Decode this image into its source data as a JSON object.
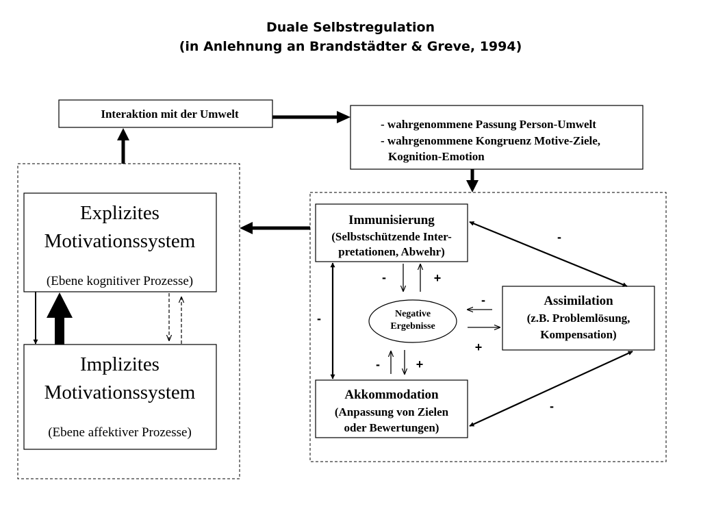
{
  "title": {
    "line1": "Duale Selbstregulation",
    "line2": "(in Anlehnung an Brandstädter & Greve, 1994)"
  },
  "interaktion": {
    "label": "Interaktion mit der Umwelt"
  },
  "wahrnehmung": {
    "line1": "- wahrgenommene Passung Person-Umwelt",
    "line2": "- wahrgenommene Kongruenz Motive-Ziele,",
    "line3": "Kognition-Emotion"
  },
  "explizit": {
    "line1": "Explizites",
    "line2": "Motivationssystem",
    "sub": "(Ebene kognitiver Prozesse)"
  },
  "implizit": {
    "line1": "Implizites",
    "line2": "Motivationssystem",
    "sub": "(Ebene affektiver Prozesse)"
  },
  "immunisierung": {
    "title": "Immunisierung",
    "line1": "(Selbstschützende Inter-",
    "line2": "pretationen, Abwehr)"
  },
  "assimilation": {
    "title": "Assimilation",
    "line1": "(z.B. Problemlösung,",
    "line2": "Kompensation)"
  },
  "akkommodation": {
    "title": "Akkommodation",
    "line1": "(Anpassung von Zielen",
    "line2": "oder Bewertungen)"
  },
  "negative": {
    "line1": "Negative",
    "line2": "Ergebnisse"
  },
  "signs": {
    "imm_ass": "-",
    "imm_akk": "-",
    "akk_ass": "-",
    "imm_neg_minus": "-",
    "imm_neg_plus": "+",
    "ass_neg_minus": "-",
    "ass_neg_plus": "+",
    "akk_neg_minus": "-",
    "akk_neg_plus": "+"
  }
}
